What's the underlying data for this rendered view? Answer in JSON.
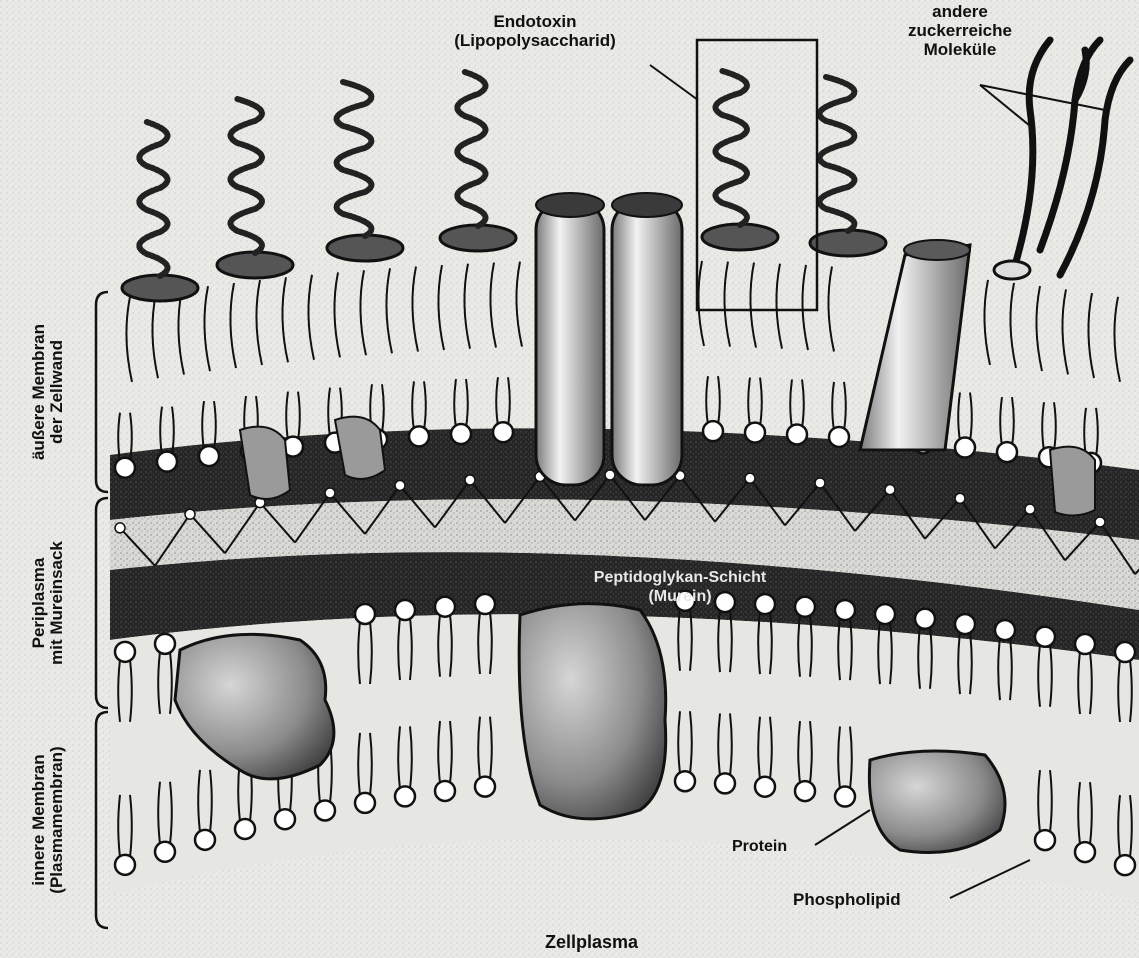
{
  "labels": {
    "endotoxin_line1": "Endotoxin",
    "endotoxin_line2": "(Lipopolysaccharid)",
    "sugar_line1": "andere",
    "sugar_line2": "zuckerreiche",
    "sugar_line3": "Moleküle",
    "outer_membrane_line1": "äußere Membran",
    "outer_membrane_line2": "der Zellwand",
    "periplasm_line1": "Periplasma",
    "periplasm_line2": "mit Mureinsack",
    "inner_membrane_line1": "innere Membran",
    "inner_membrane_line2": "(Plasmamembran)",
    "murein_line1": "Peptidoglykan-Schicht",
    "murein_line2": "(Murein)",
    "protein": "Protein",
    "phospholipid": "Phospholipid",
    "cytoplasm": "Zellplasma"
  },
  "colors": {
    "background": "#f4f4f0",
    "dark_band": "#2a2a2a",
    "ink": "#111111",
    "head_fill": "#ffffff",
    "light_grey": "#cfcfcf",
    "protein_fill": "#8a8a8a"
  }
}
